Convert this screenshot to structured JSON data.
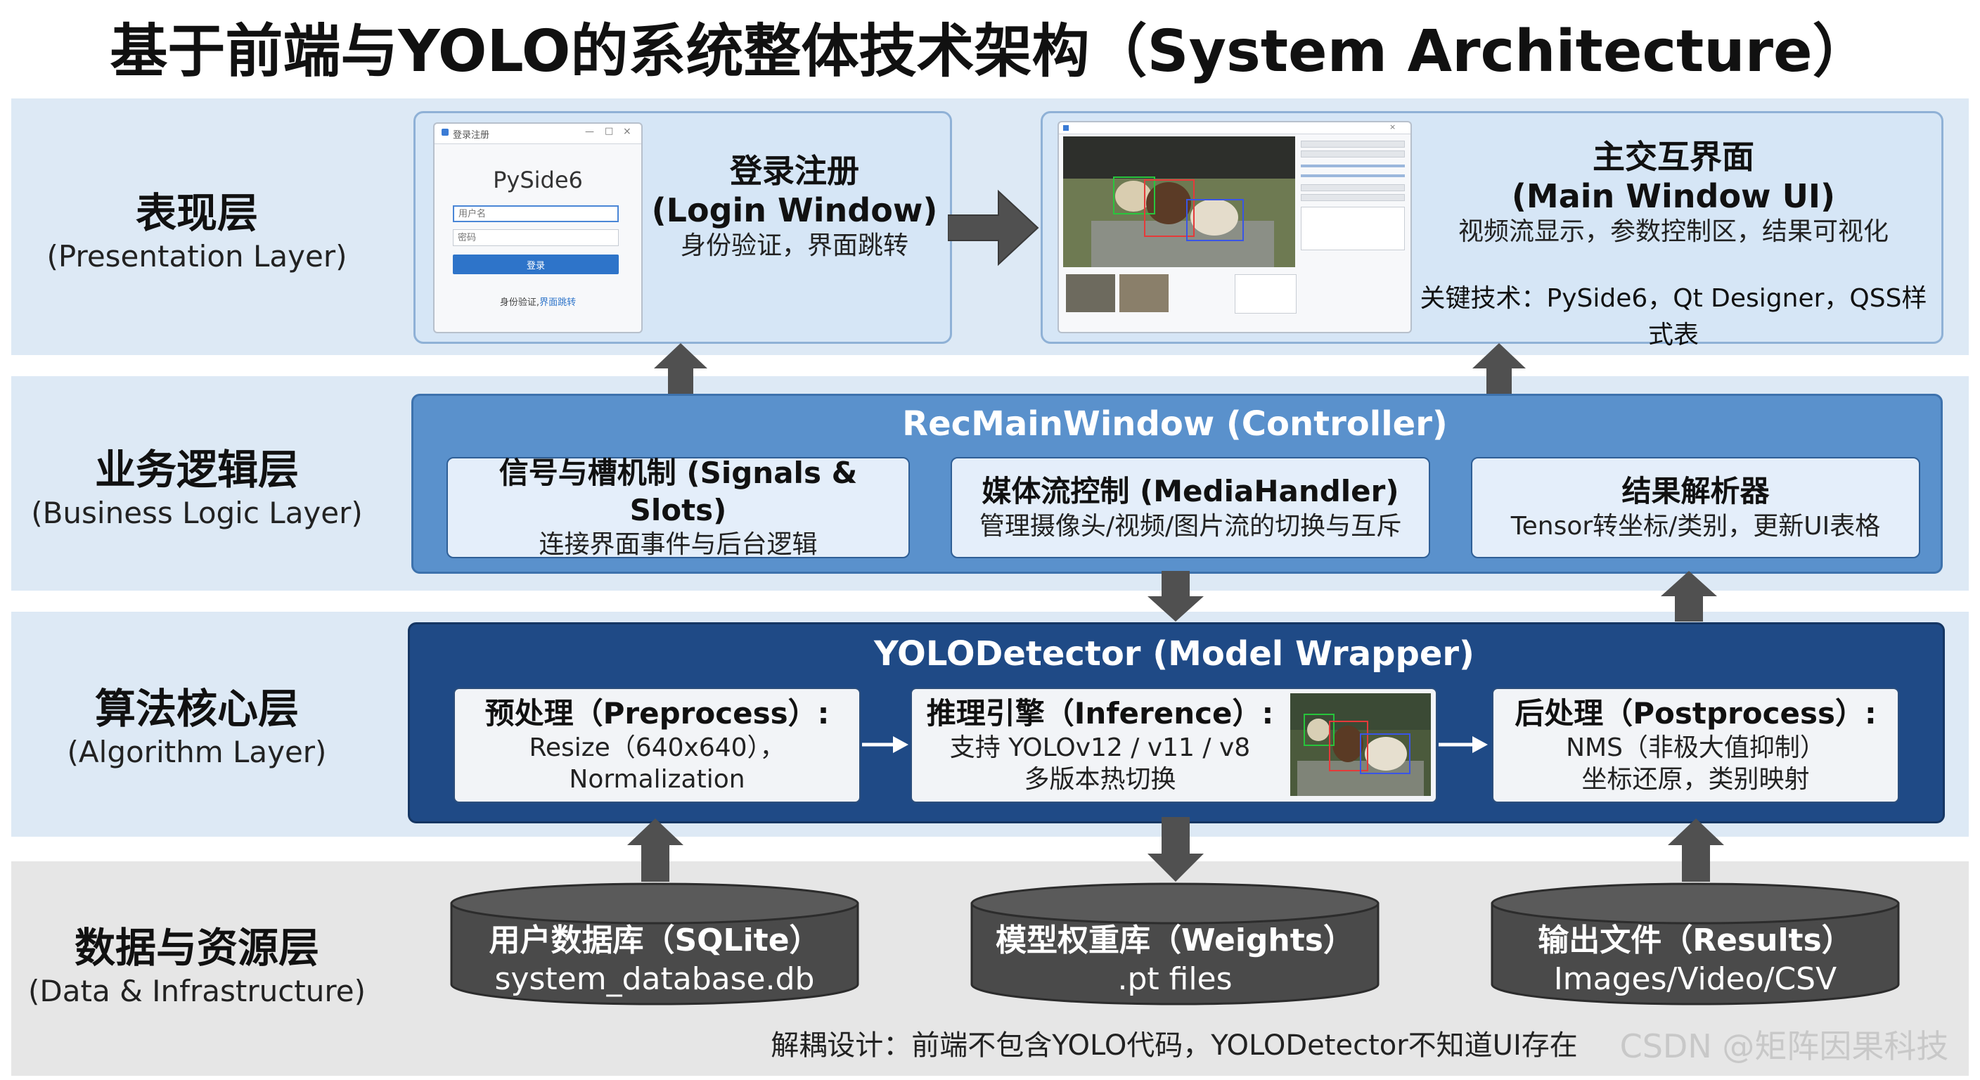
{
  "title": "基于前端与YOLO的系统整体技术架构（System Architecture）",
  "layers": {
    "presentation": {
      "cn": "表现层",
      "en": "(Presentation Layer)"
    },
    "business": {
      "cn": "业务逻辑层",
      "en": "(Business Logic Layer)"
    },
    "algorithm": {
      "cn": "算法核心层",
      "en": "(Algorithm Layer)"
    },
    "data": {
      "cn": "数据与资源层",
      "en": "(Data & Infrastructure)"
    }
  },
  "login": {
    "title_cn": "登录注册",
    "title_en": "(Login Window)",
    "desc": "身份验证，界面跳转",
    "mock": {
      "window_title": "登录注册",
      "app_name": "PySide6",
      "user_placeholder": "用户名",
      "password_placeholder": "密码",
      "button_label": "登录",
      "footer_text": "身份验证,",
      "footer_link": "界面跳转"
    }
  },
  "main_window": {
    "title_cn": "主交互界面",
    "title_en": "(Main Window UI)",
    "desc": "视频流显示，参数控制区，结果可视化",
    "tech": "关键技术：PySide6，Qt Designer，QSS样式表"
  },
  "controller": {
    "title": "RecMainWindow (Controller)",
    "items": [
      {
        "title": "信号与槽机制 (Signals & Slots)",
        "desc": "连接界面事件与后台逻辑"
      },
      {
        "title": "媒体流控制 (MediaHandler)",
        "desc": "管理摄像头/视频/图片流的切换与互斥"
      },
      {
        "title": "结果解析器",
        "desc": "Tensor转坐标/类别，更新UI表格"
      }
    ]
  },
  "detector": {
    "title": "YOLODetector (Model Wrapper)",
    "preprocess": {
      "title": "预处理（Preprocess）:",
      "lines": [
        "Resize（640x640），",
        "Normalization"
      ]
    },
    "inference": {
      "title": "推理引擎（Inference）:",
      "lines": [
        "支持 YOLOv12 / v11 / v8",
        "多版本热切换"
      ]
    },
    "postprocess": {
      "title": "后处理（Postprocess）:",
      "lines": [
        "NMS（非极大值抑制）",
        "坐标还原，类别映射"
      ]
    }
  },
  "stores": [
    {
      "title": "用户数据库（SQLite）",
      "sub": "system_database.db"
    },
    {
      "title": "模型权重库（Weights）",
      "sub": ".pt files"
    },
    {
      "title": "输出文件（Results）",
      "sub": "Images/Video/CSV"
    }
  ],
  "footnote": "解耦设计：前端不包含YOLO代码，YOLODetector不知道UI存在",
  "watermark": "CSDN @矩阵因果科技",
  "colors": {
    "band": "#dde9f5",
    "data_band": "#e6e6e6",
    "controller": "#5a91cc",
    "detector": "#1f4a86",
    "arrow": "#505050",
    "cylinder": "#4a4a4a"
  }
}
